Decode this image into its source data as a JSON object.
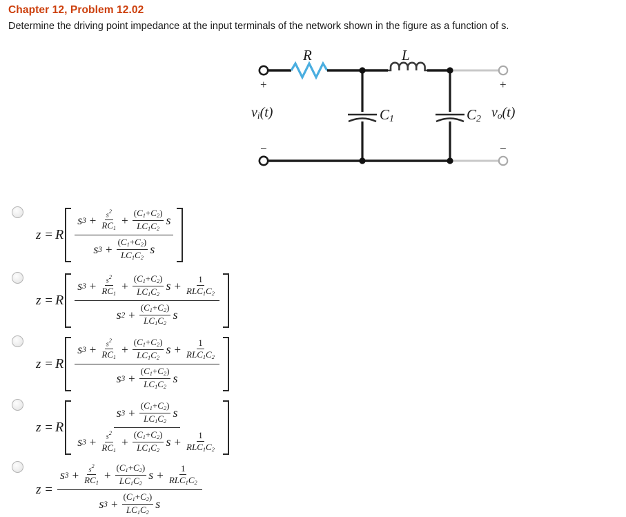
{
  "header": {
    "title": "Chapter 12, Problem 12.02",
    "statement": "Determine the driving point impedance at the input terminals of the network shown in the figure as a function of s.",
    "title_color": "#cc3f0c"
  },
  "circuit": {
    "name": "rlc-ladder-network",
    "components": [
      {
        "id": "R",
        "label": "R",
        "type": "resistor",
        "color": "#4aaee0"
      },
      {
        "id": "L",
        "label": "L",
        "type": "inductor",
        "color": "#3a3a3a"
      },
      {
        "id": "C1",
        "label": "C",
        "sub": "1",
        "type": "capacitor",
        "color": "#1b1b1b"
      },
      {
        "id": "C2",
        "label": "C",
        "sub": "2",
        "type": "capacitor",
        "color": "#1b1b1b"
      }
    ],
    "ports": {
      "input_label": "v",
      "input_sub": "i",
      "input_arg": "(t)",
      "output_label": "v",
      "output_sub": "o",
      "output_arg": "(t)",
      "plus": "+",
      "minus": "−"
    },
    "wire_color": "#1b1b1b",
    "faint_wire_color": "#c8c8c8"
  },
  "options": [
    {
      "id": "option-1",
      "selected": false,
      "lhs": "z =",
      "multiplier": "R",
      "brackets": true,
      "numerator": [
        "s^3",
        "+",
        "s^2/RC1",
        "+",
        "(C1+C2)/LC1C2 · s"
      ],
      "denominator": [
        "s^3",
        "+",
        "(C1+C2)/LC1C2 · s"
      ]
    },
    {
      "id": "option-2",
      "selected": false,
      "lhs": "z =",
      "multiplier": "R",
      "brackets": true,
      "numerator": [
        "s^3",
        "+",
        "s^2/RC1",
        "+",
        "(C1+C2)/LC1C2 · s",
        "+",
        "1/RLC1C2"
      ],
      "denominator": [
        "s^2",
        "+",
        "(C1+C2)/LC1C2 · s"
      ]
    },
    {
      "id": "option-3",
      "selected": false,
      "lhs": "z =",
      "multiplier": "R",
      "brackets": true,
      "numerator": [
        "s^3",
        "+",
        "s^2/RC1",
        "+",
        "(C1+C2)/LC1C2 · s",
        "+",
        "1/RLC1C2"
      ],
      "denominator": [
        "s^3",
        "+",
        "(C1+C2)/LC1C2 · s"
      ]
    },
    {
      "id": "option-4",
      "selected": false,
      "lhs": "z =",
      "multiplier": "R",
      "brackets": true,
      "numerator": [
        "s^3",
        "+",
        "(C1+C2)/LC1C2 · s"
      ],
      "denominator": [
        "s^3",
        "+",
        "s^2/RC1",
        "+",
        "(C1+C2)/LC1C2 · s",
        "+",
        "1/RLC1C2"
      ]
    },
    {
      "id": "option-5",
      "selected": false,
      "lhs": "z =",
      "multiplier": "",
      "brackets": false,
      "numerator": [
        "s^3",
        "+",
        "s^2/RC1",
        "+",
        "(C1+C2)/LC1C2 · s",
        "+",
        "1/RLC1C2"
      ],
      "denominator": [
        "s^3",
        "+",
        "(C1+C2)/LC1C2 · s"
      ]
    }
  ],
  "symbols": {
    "z": "z",
    "equals": "=",
    "R": "R",
    "s": "s",
    "plus": "+",
    "one": "1",
    "exp3": "3",
    "exp2": "2",
    "C": "C",
    "L": "L",
    "sub1": "1",
    "sub2": "2",
    "den_RC1": "RC",
    "den_LC1C2": "LC",
    "den_RLC1C2": "RLC",
    "paren_open": "(",
    "paren_close": ")"
  }
}
